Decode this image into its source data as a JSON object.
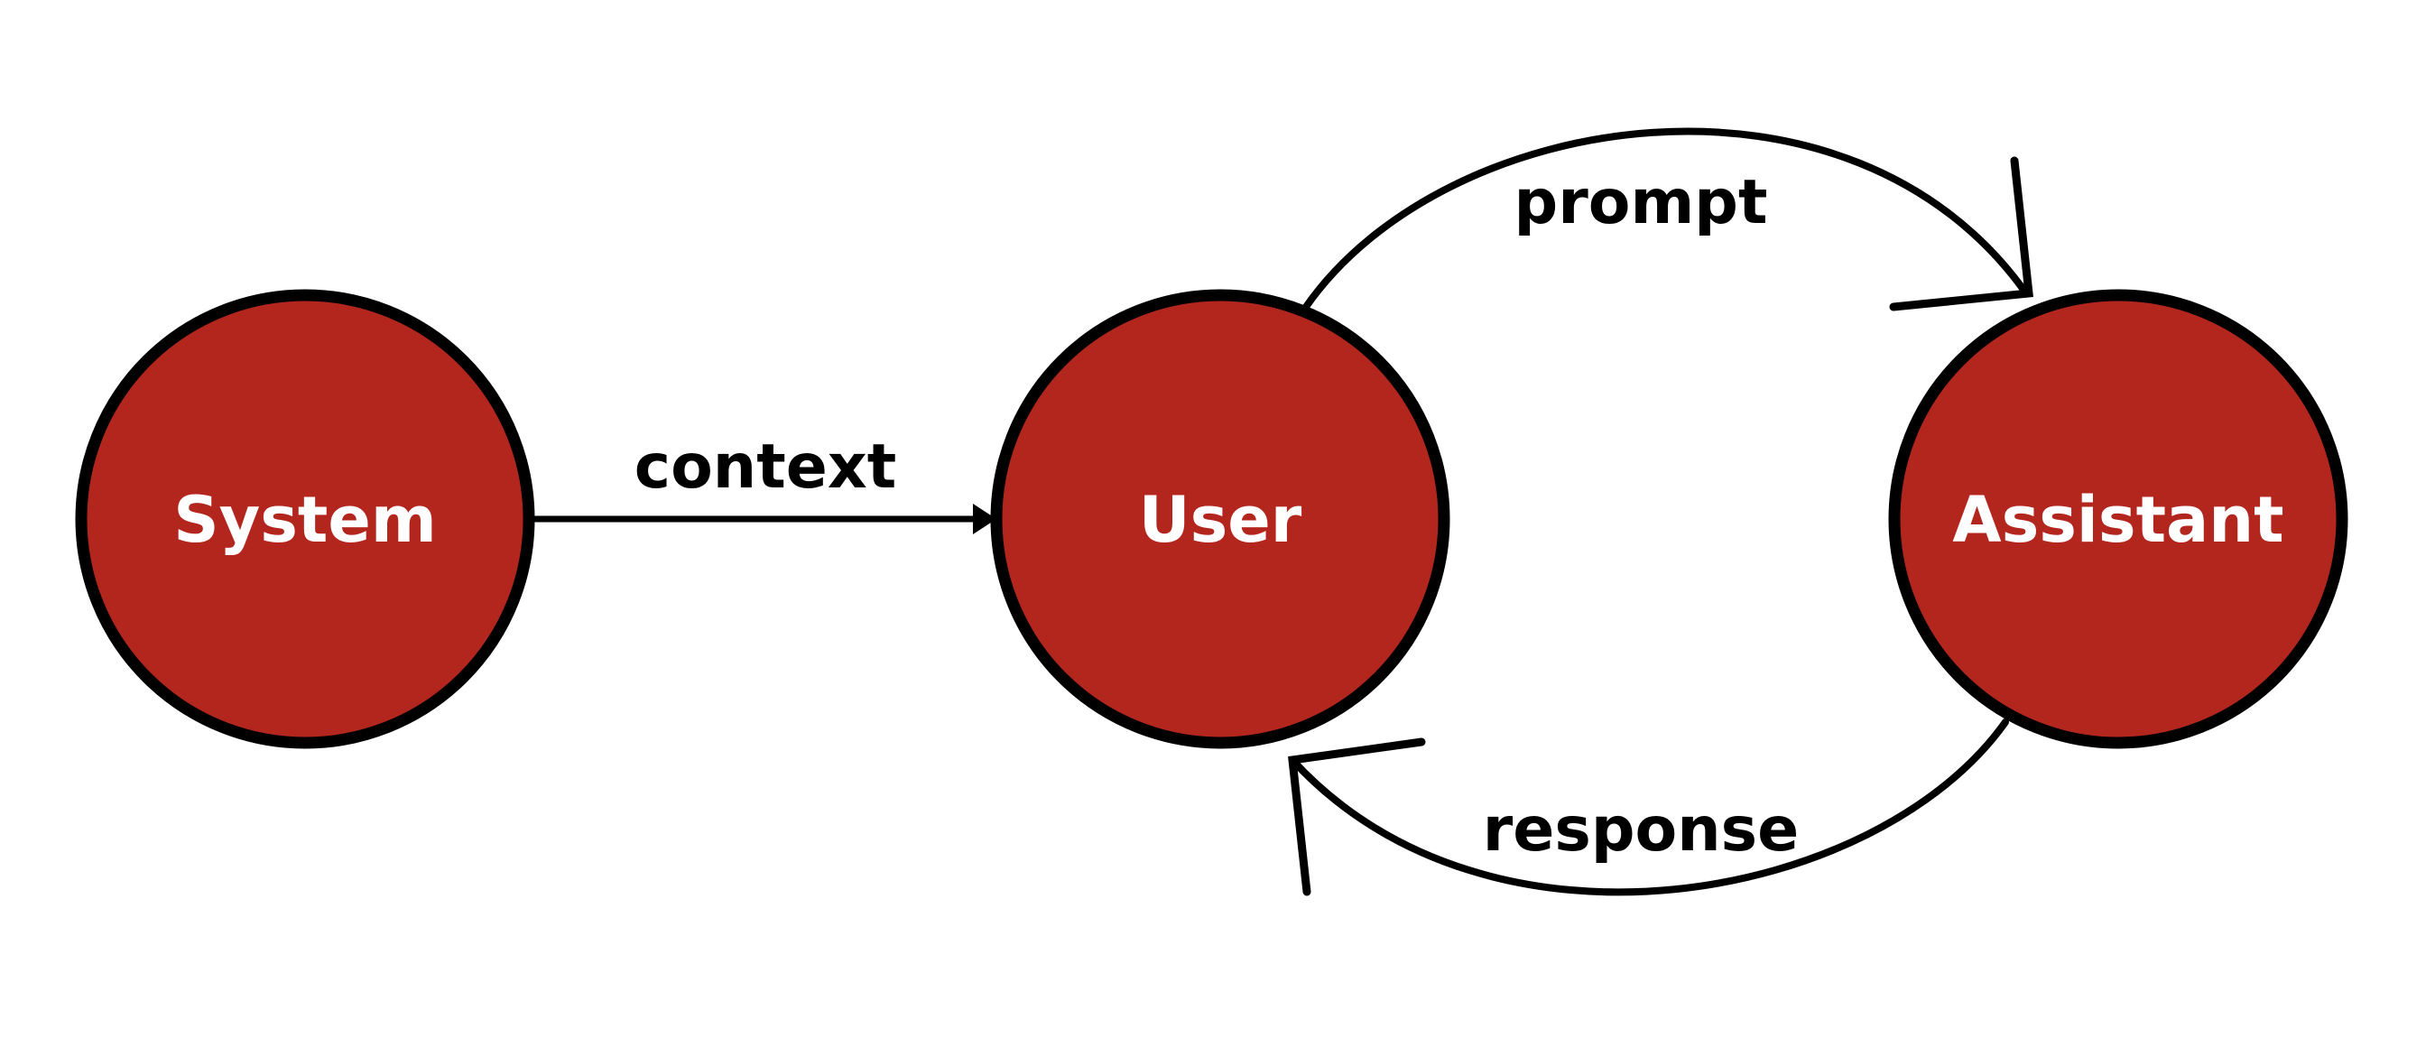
{
  "nodes": {
    "system": {
      "label": "System"
    },
    "user": {
      "label": "User"
    },
    "assistant": {
      "label": "Assistant"
    }
  },
  "edges": {
    "context": {
      "label": "context",
      "from": "System",
      "to": "User"
    },
    "prompt": {
      "label": "prompt",
      "from": "User",
      "to": "Assistant"
    },
    "response": {
      "label": "response",
      "from": "Assistant",
      "to": "User"
    }
  },
  "colors": {
    "node_fill": "#b3261e",
    "node_stroke": "#000000",
    "label_text": "#ffffff",
    "edge": "#000000",
    "background": "#ffffff"
  }
}
